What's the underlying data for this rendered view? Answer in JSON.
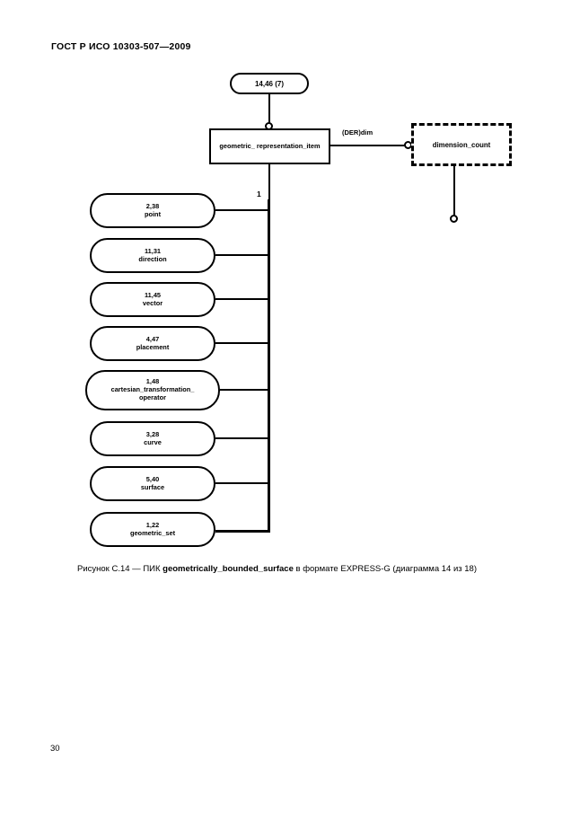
{
  "document": {
    "header": "ГОСТ Р ИСО 10303-507—2009",
    "page_number": "30"
  },
  "caption": {
    "prefix": "Рисунок С.14 — ПИК ",
    "entity": "geometrically_bounded_surface",
    "suffix": " в формате EXPRESS-G (диаграмма  14 из 18)"
  },
  "diagram": {
    "page_ref": {
      "label": "14,46 (7)"
    },
    "main_entity": {
      "line1": "geometric_",
      "line2": "representation_item"
    },
    "derived_attribute": {
      "label": "(DER)dim"
    },
    "defined_type": {
      "label": "dimension_count"
    },
    "supertype_marker": "1",
    "subtypes": [
      {
        "ref": "2,38",
        "name": "point"
      },
      {
        "ref": "11,31",
        "name": "direction"
      },
      {
        "ref": "11,45",
        "name": "vector"
      },
      {
        "ref": "4,47",
        "name": "placement"
      },
      {
        "ref": "1,48",
        "name": "cartesian_transformation_",
        "name2": "operator"
      },
      {
        "ref": "3,28",
        "name": "curve"
      },
      {
        "ref": "5,40",
        "name": "surface"
      },
      {
        "ref": "1,22",
        "name": "geometric_set"
      }
    ]
  },
  "colors": {
    "ink": "#000000",
    "paper": "#ffffff"
  }
}
